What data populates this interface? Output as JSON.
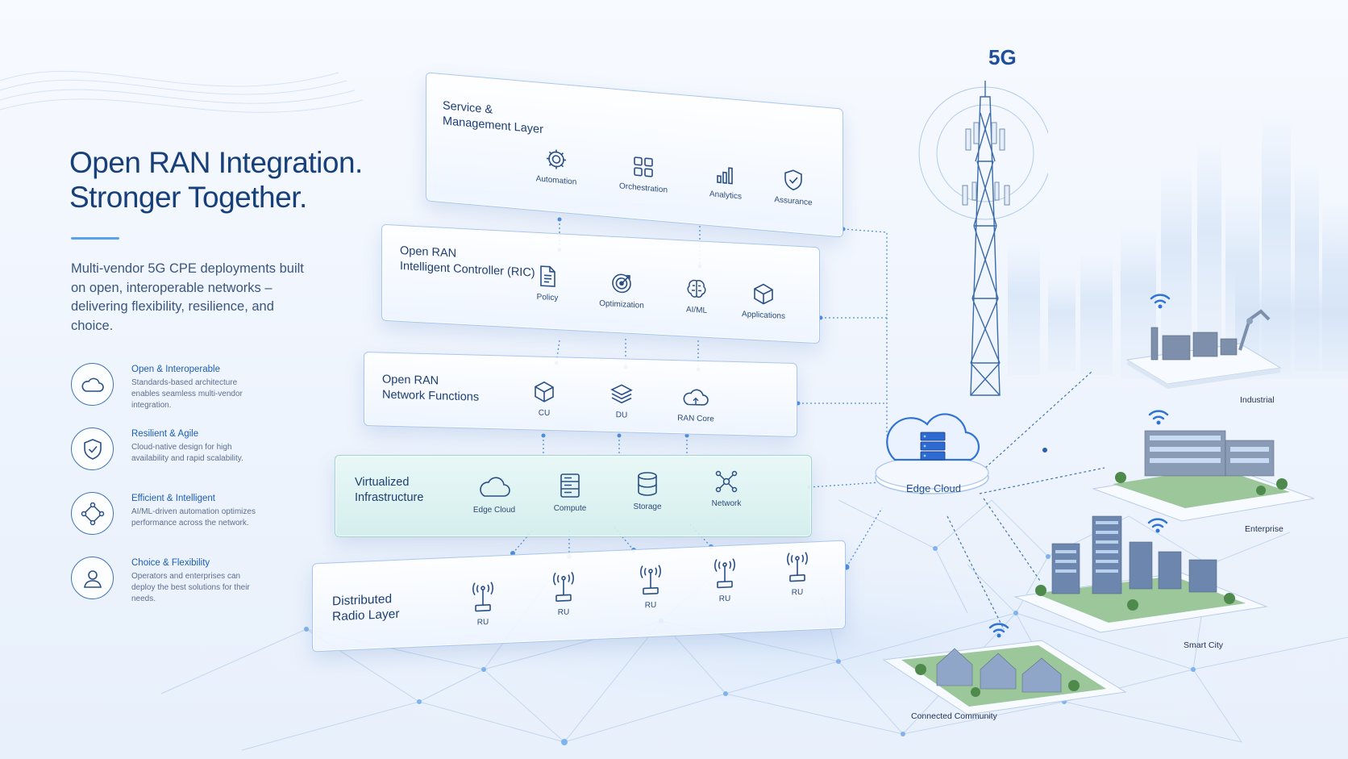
{
  "hero": {
    "title_line1": "Open RAN Integration.",
    "title_line2": "Stronger Together.",
    "subtitle": "Multi-vendor 5G CPE deployments built on open, interoperable networks – delivering flexibility, resilience, and choice."
  },
  "features": [
    {
      "title": "Open & Interoperable",
      "desc": "Standards-based architecture enables seamless multi-vendor integration.",
      "icon": "cloud-icon"
    },
    {
      "title": "Resilient & Agile",
      "desc": "Cloud-native design for high availability and rapid scalability.",
      "icon": "shield-check-icon"
    },
    {
      "title": "Efficient & Intelligent",
      "desc": "AI/ML-driven automation optimizes performance across the network.",
      "icon": "network-nodes-icon"
    },
    {
      "title": "Choice & Flexibility",
      "desc": "Operators and enterprises can deploy the best solutions for their needs.",
      "icon": "user-icon"
    }
  ],
  "layers": {
    "service": {
      "title_line1": "Service &",
      "title_line2": "Management Layer",
      "items": [
        {
          "label": "Automation",
          "icon": "gear-icon"
        },
        {
          "label": "Orchestration",
          "icon": "grid-icon"
        },
        {
          "label": "Analytics",
          "icon": "bar-chart-icon"
        },
        {
          "label": "Assurance",
          "icon": "shield-check-icon"
        }
      ]
    },
    "ric": {
      "title_line1": "Open RAN",
      "title_line2": "Intelligent Controller (RIC)",
      "items": [
        {
          "label": "Policy",
          "icon": "document-icon"
        },
        {
          "label": "Optimization",
          "icon": "target-icon"
        },
        {
          "label": "AI/ML",
          "icon": "brain-icon"
        },
        {
          "label": "Applications",
          "icon": "cube-icon"
        }
      ]
    },
    "nf": {
      "title_line1": "Open RAN",
      "title_line2": "Network Functions",
      "items": [
        {
          "label": "CU",
          "icon": "cube-icon"
        },
        {
          "label": "DU",
          "icon": "layers-icon"
        },
        {
          "label": "RAN Core",
          "icon": "cloud-icon"
        }
      ]
    },
    "infra": {
      "title_line1": "Virtualized",
      "title_line2": "Infrastructure",
      "items": [
        {
          "label": "Edge Cloud",
          "icon": "cloud-icon"
        },
        {
          "label": "Compute",
          "icon": "server-icon"
        },
        {
          "label": "Storage",
          "icon": "database-icon"
        },
        {
          "label": "Network",
          "icon": "network-icon"
        }
      ]
    },
    "radio": {
      "title_line1": "Distributed",
      "title_line2": "Radio Layer",
      "items": [
        {
          "label": "RU",
          "icon": "radio-unit-icon"
        },
        {
          "label": "RU",
          "icon": "radio-unit-icon"
        },
        {
          "label": "RU",
          "icon": "radio-unit-icon"
        },
        {
          "label": "RU",
          "icon": "radio-unit-icon"
        },
        {
          "label": "RU",
          "icon": "radio-unit-icon"
        }
      ]
    }
  },
  "tower_label": "5G",
  "edge_cloud_label": "Edge Cloud",
  "destinations": [
    "Industrial",
    "Enterprise",
    "Smart City",
    "Connected Community"
  ],
  "colors": {
    "title": "#173f7a",
    "accent": "#5aa2ec",
    "panel_border": "#a9c6ee",
    "infra_panel": "#d8f0ee",
    "icon": "#2a4f86"
  }
}
